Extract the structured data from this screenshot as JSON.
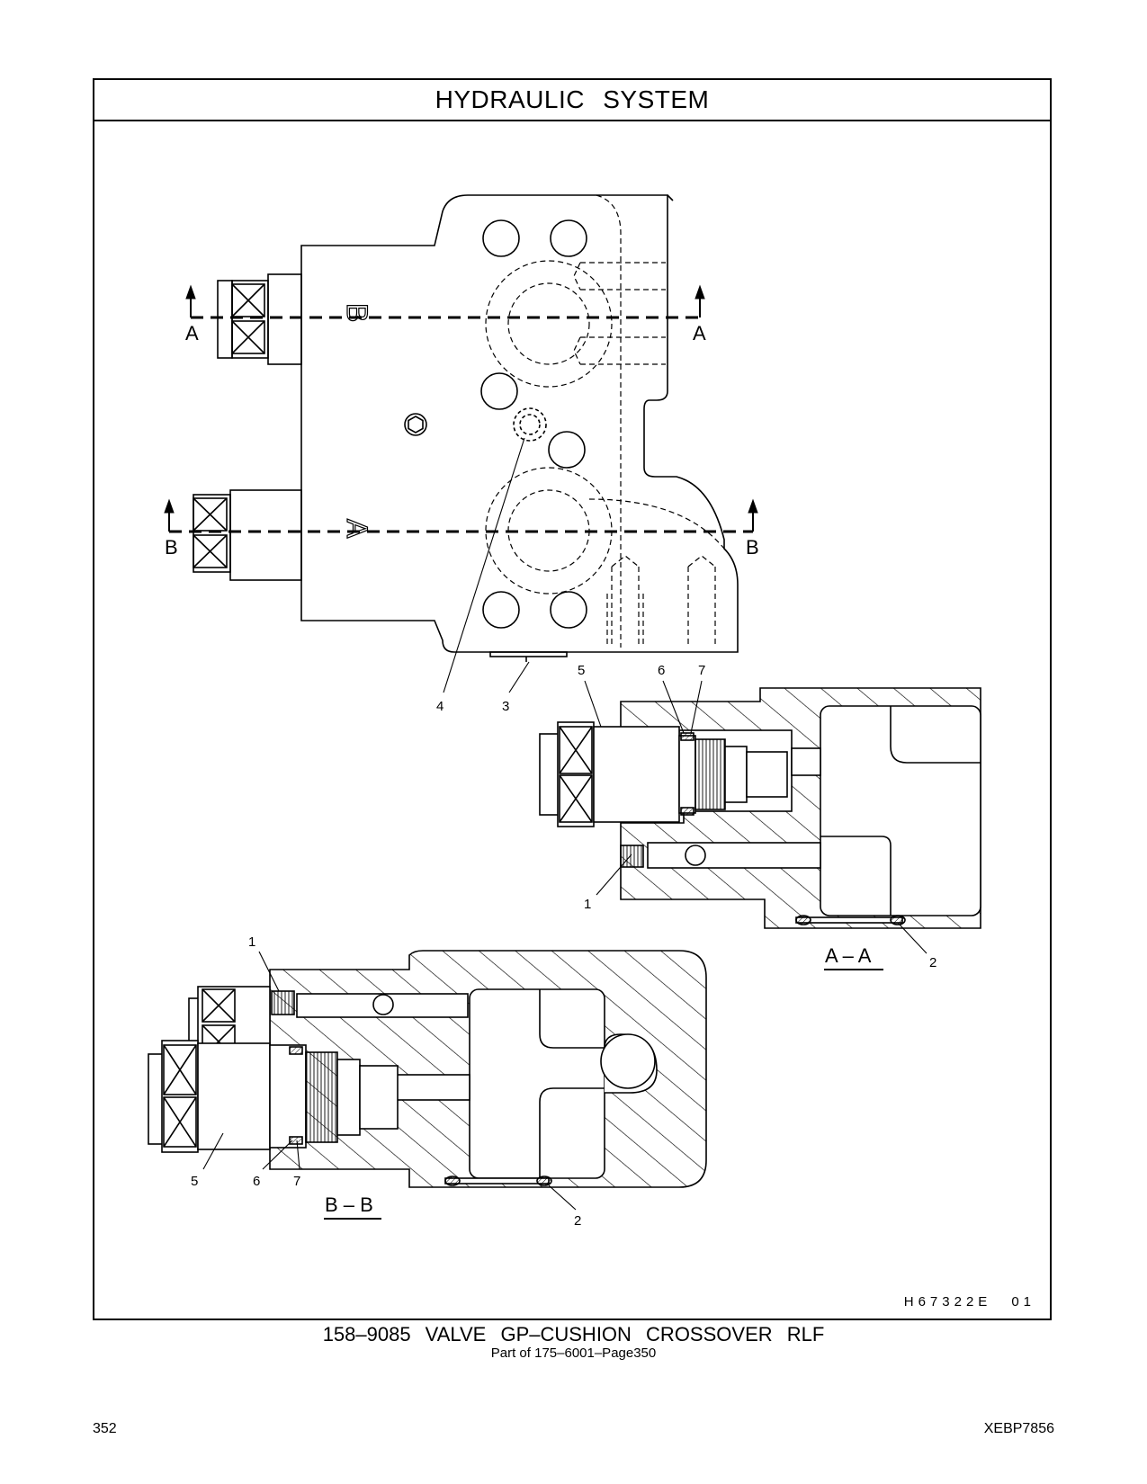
{
  "header": {
    "title": "HYDRAULIC SYSTEM"
  },
  "drawing": {
    "id": "H67322E",
    "revision": "01"
  },
  "section_markers": {
    "a_left": "A",
    "a_right": "A",
    "b_left": "B",
    "b_right": "B"
  },
  "body_letters": {
    "upper": "B",
    "lower": "A"
  },
  "views": {
    "aa": "A – A",
    "bb": "B – B"
  },
  "callouts": {
    "top_4": "4",
    "top_3": "3",
    "aa_5": "5",
    "aa_6": "6",
    "aa_7": "7",
    "aa_1": "1",
    "aa_2": "2",
    "bb_1": "1",
    "bb_5": "5",
    "bb_6": "6",
    "bb_7": "7",
    "bb_2": "2"
  },
  "caption": {
    "title": "158–9085 VALVE GP–CUSHION CROSSOVER RLF",
    "subtitle": "Part of 175–6001–Page350"
  },
  "footer": {
    "page_number": "352",
    "doc_code": "XEBP7856"
  }
}
